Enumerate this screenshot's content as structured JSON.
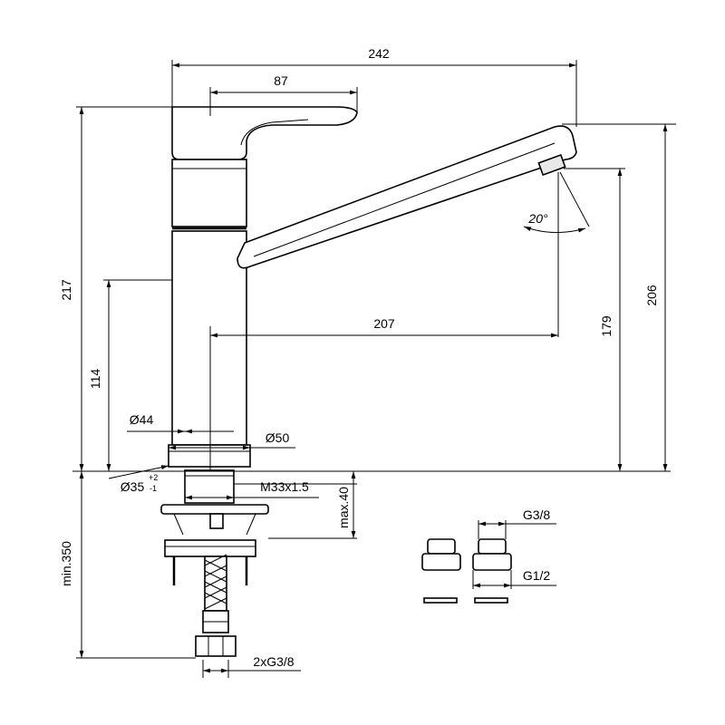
{
  "dimensions": {
    "total_width": "242",
    "handle_width": "87",
    "total_height": "217",
    "spout_height": "206",
    "outlet_height": "179",
    "spout_reach": "207",
    "body_height": "114",
    "diameter_44": "Ø44",
    "diameter_50": "Ø50",
    "diameter_35": "Ø35",
    "tol_plus": "+2",
    "tol_minus": "-1",
    "thread": "M33x1.5",
    "max_thickness": "max.40",
    "min_hose": "min.350",
    "hose_thread": "2xG3/8",
    "adapter_in": "G3/8",
    "adapter_out": "G1/2",
    "swivel_angle": "20°"
  },
  "colors": {
    "line": "#000000",
    "fill": "#ffffff",
    "shade": "#e8e8e8"
  }
}
